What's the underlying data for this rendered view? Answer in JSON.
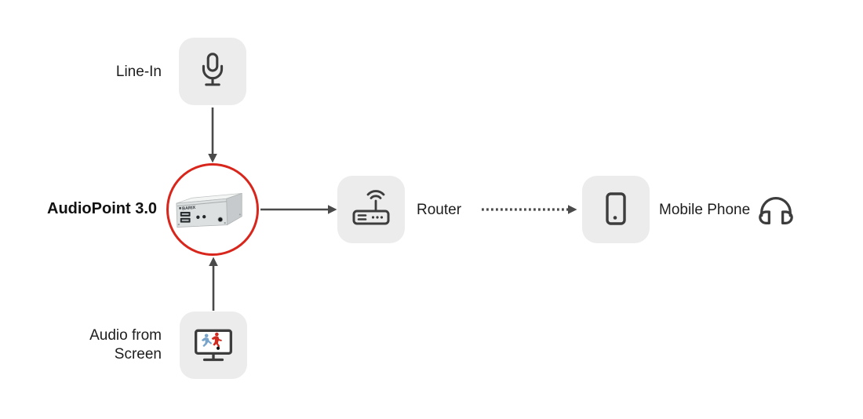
{
  "diagram": {
    "background_color": "#ffffff",
    "accent_red": "#d8261c",
    "box_background": "#ececec",
    "icon_color": "#3d3d3d",
    "arrow_color": "#4a4a4a",
    "text_color": "#1d1d1d",
    "player_blue": "#78a4cb",
    "player_red": "#cf2a20",
    "nodes": {
      "line_in": {
        "label": "Line-In",
        "icon": "microphone-icon"
      },
      "audiopoint": {
        "label": "AudioPoint 3.0",
        "device_brand": "BARIX",
        "highlight": "red-circle"
      },
      "router": {
        "label": "Router",
        "icon": "router-wifi-icon"
      },
      "mobile_phone": {
        "label": "Mobile Phone",
        "icon": "smartphone-icon",
        "companion_icon": "headphones-icon"
      },
      "screen": {
        "label_line1": "Audio from",
        "label_line2": "Screen",
        "icon": "tv-sports-icon"
      }
    },
    "edges": [
      {
        "from": "line_in",
        "to": "audiopoint",
        "style": "solid-arrow",
        "direction": "down"
      },
      {
        "from": "screen",
        "to": "audiopoint",
        "style": "solid-arrow",
        "direction": "up"
      },
      {
        "from": "audiopoint",
        "to": "router",
        "style": "solid-arrow",
        "direction": "right"
      },
      {
        "from": "router",
        "to": "mobile_phone",
        "style": "dotted-arrow",
        "direction": "right"
      }
    ]
  }
}
